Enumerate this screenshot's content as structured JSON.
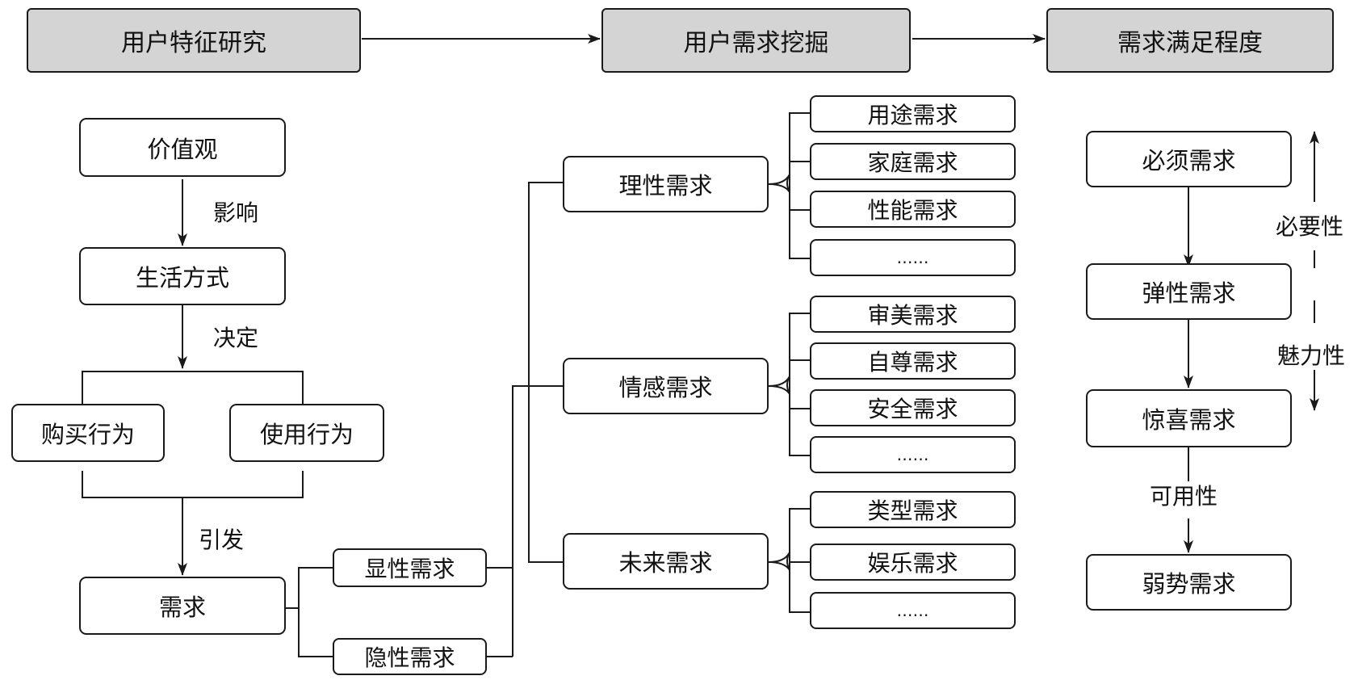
{
  "stages": {
    "user_features": "用户特征研究",
    "need_mining": "用户需求挖掘",
    "satisfaction": "需求满足程度"
  },
  "features": {
    "values": "价值观",
    "influence": "影响",
    "lifestyle": "生活方式",
    "decides": "决定",
    "purchase": "购买行为",
    "usage": "使用行为",
    "triggers": "引发",
    "need": "需求",
    "explicit": "显性需求",
    "implicit": "隐性需求"
  },
  "mining": {
    "rational": "理性需求",
    "emotional": "情感需求",
    "future": "未来需求",
    "rational_items": [
      "用途需求",
      "家庭需求",
      "性能需求",
      "……"
    ],
    "emotional_items": [
      "审美需求",
      "自尊需求",
      "安全需求",
      "……"
    ],
    "future_items": [
      "类型需求",
      "娱乐需求",
      "……"
    ]
  },
  "satisfaction": {
    "must": "必须需求",
    "elastic": "弹性需求",
    "surprise": "惊喜需求",
    "weak": "弱势需求",
    "necessity": "必要性",
    "charm": "魅力性",
    "usability": "可用性"
  }
}
